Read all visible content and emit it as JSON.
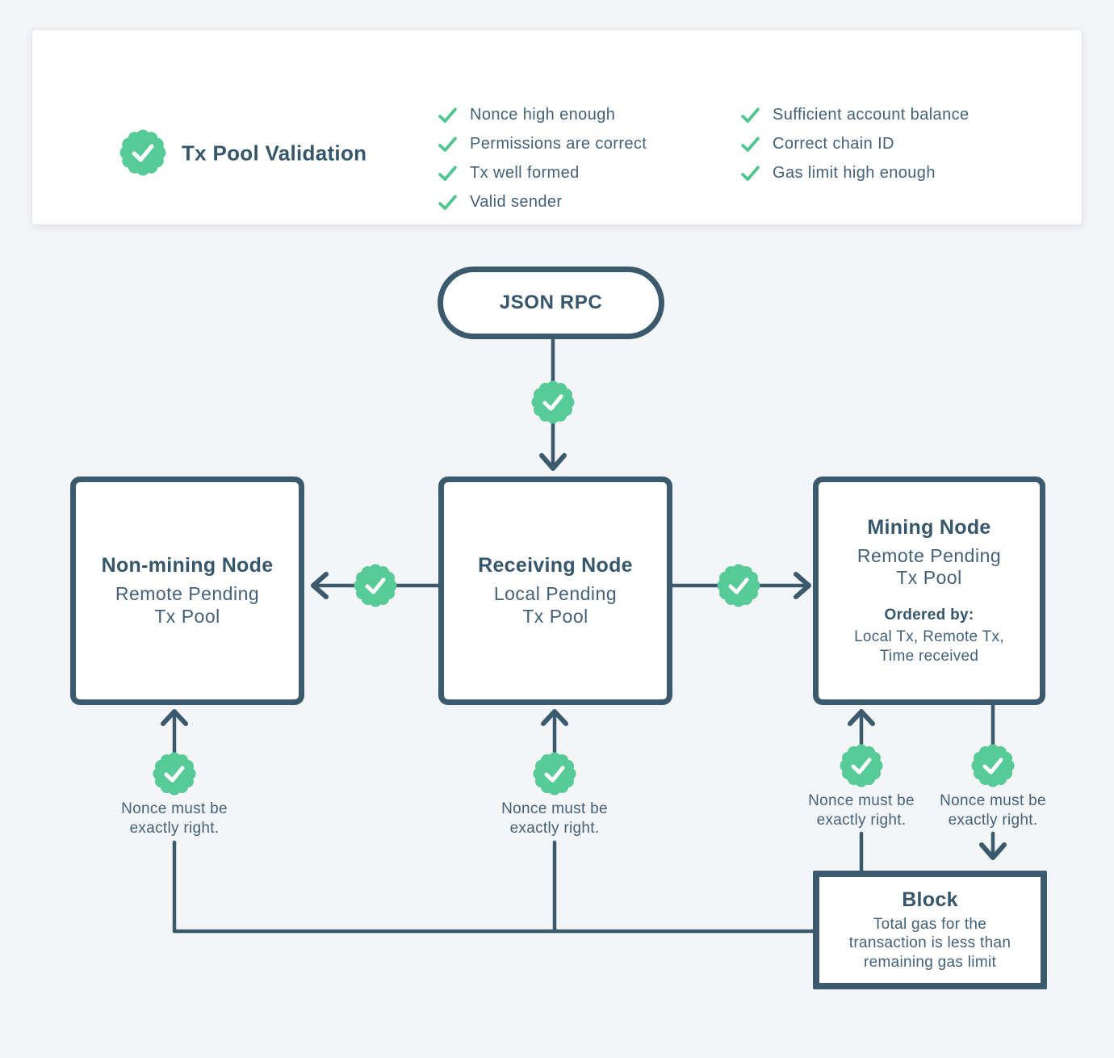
{
  "colors": {
    "background": "#f4f5f7",
    "card_background": "#ffffff",
    "navy": "#3b5a6d",
    "text_dark": "#35566b",
    "text_body": "#44617a",
    "green": "#57cb97",
    "check_green": "#4ec690"
  },
  "card": {
    "title": "Tx Pool Validation",
    "checklist_col1": [
      "Nonce high enough",
      "Permissions are correct",
      "Tx well formed",
      "Valid sender"
    ],
    "checklist_col2": [
      "Sufficient account balance",
      "Correct chain ID",
      "Gas limit high enough"
    ]
  },
  "flow": {
    "json_rpc_label": "JSON RPC",
    "non_mining_node": {
      "title": "Non-mining Node",
      "subtitle": "Remote Pending\nTx Pool"
    },
    "receiving_node": {
      "title": "Receiving Node",
      "subtitle": "Local Pending\nTx Pool"
    },
    "mining_node": {
      "title": "Mining Node",
      "subtitle": "Remote Pending\nTx Pool",
      "ordered_by_label": "Ordered by:",
      "ordered_by_values": "Local Tx, Remote Tx,\nTime received"
    },
    "block_node": {
      "title": "Block",
      "description": "Total gas for the\ntransaction is less than\nremaining gas limit"
    },
    "nonce_note": "Nonce must be\nexactly right."
  }
}
